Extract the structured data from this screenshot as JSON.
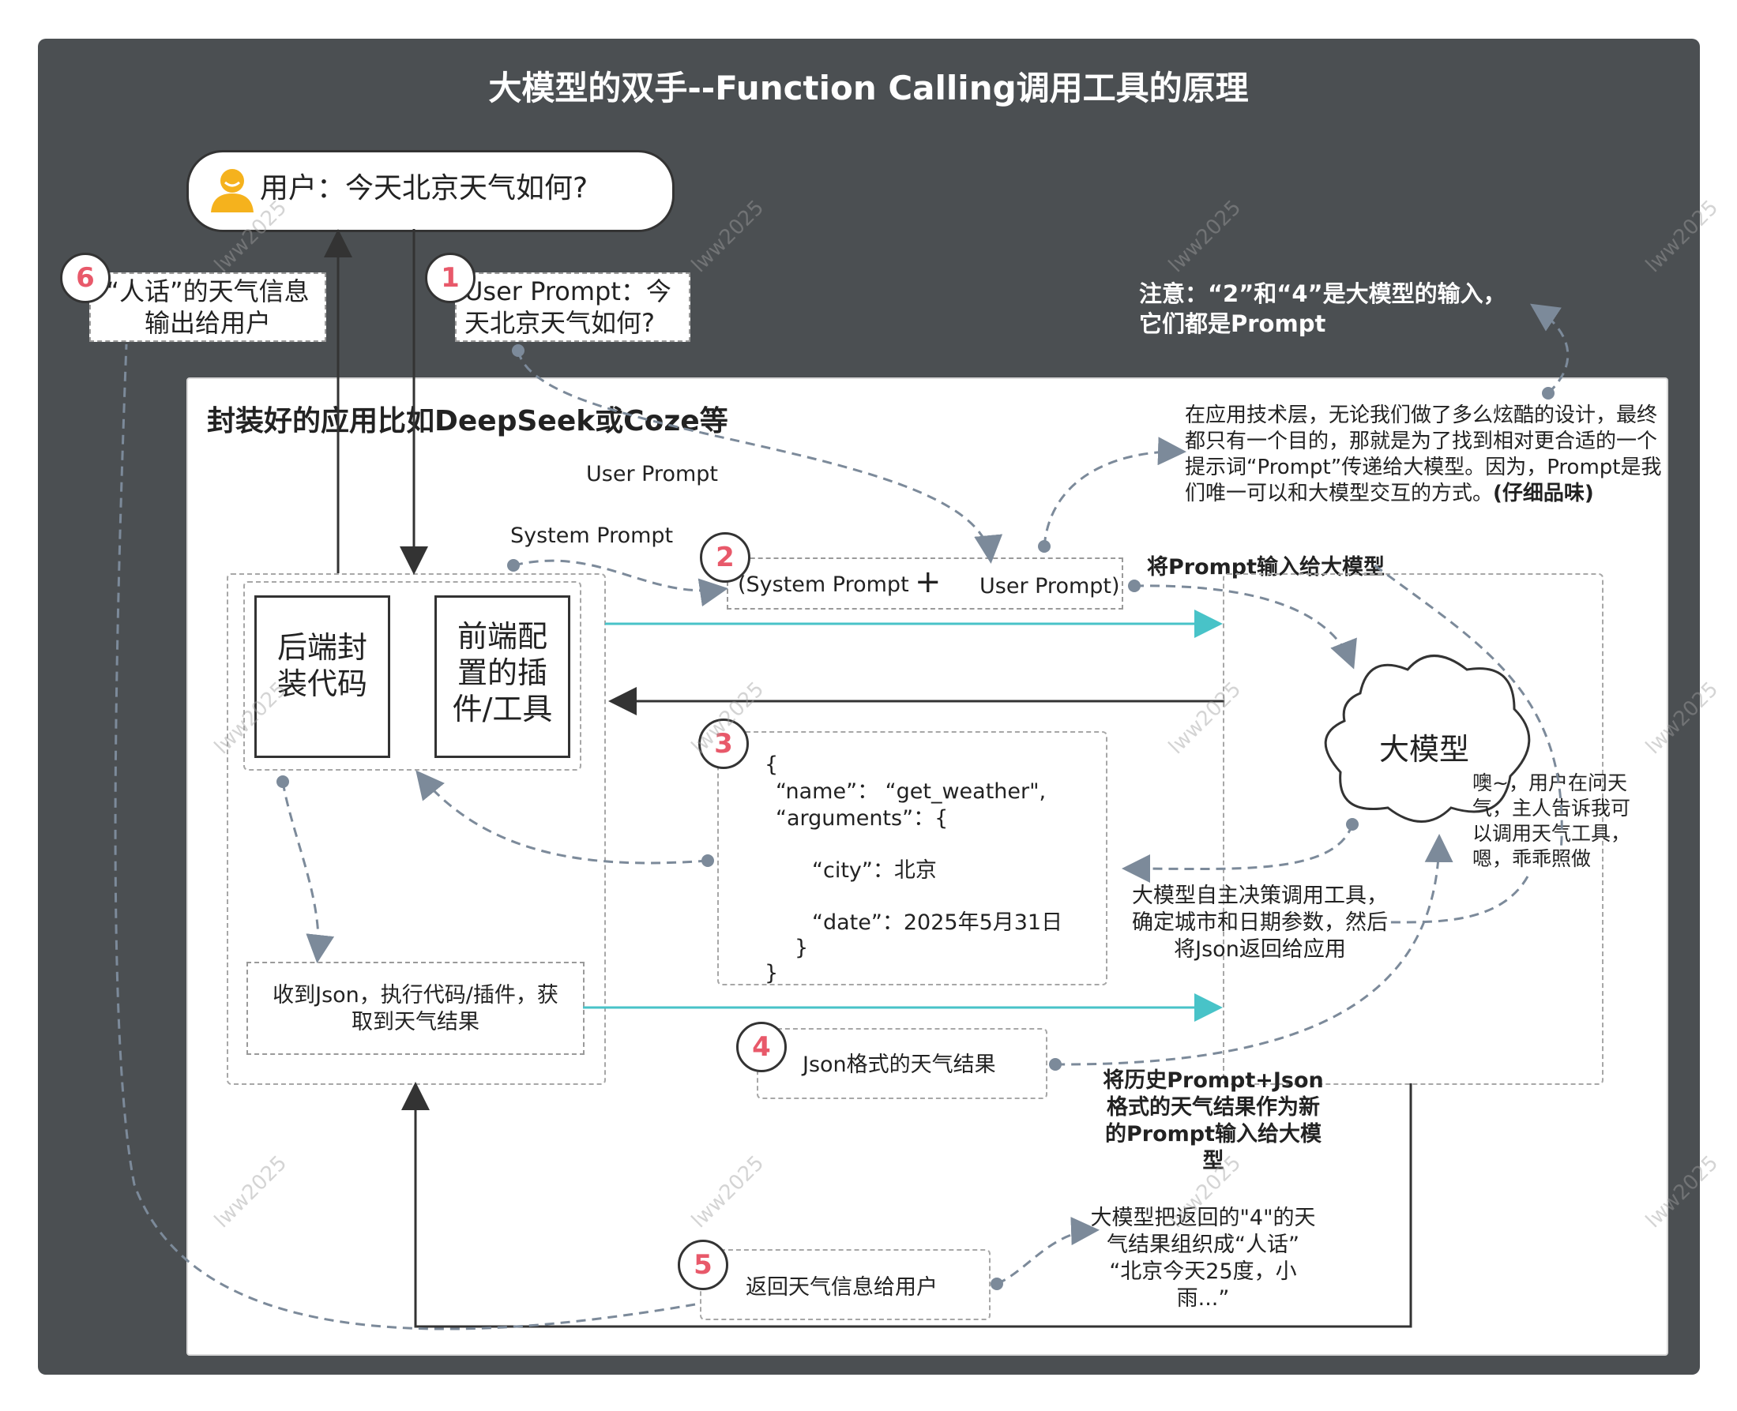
{
  "title": "大模型的双手--Function Calling调用工具的原理",
  "user_bubble": "用户：今天北京天气如何?",
  "step1": {
    "num": "1",
    "text": "User Prompt：今天北京天气如何?"
  },
  "step6": {
    "num": "6",
    "text": "“人话”的天气信息输出给用户"
  },
  "note_title": "注意：“2”和“4”是大模型的输入，它们都是Prompt",
  "note_body": "在应用技术层，无论我们做了多么炫酷的设计，最终都只有一个目的，那就是为了找到相对更合适的一个提示词“Prompt”传递给大模型。因为，Prompt是我们唯一可以和大模型交互的方式。",
  "note_body_bold": "(仔细品味)",
  "app_label": "封装好的应用比如DeepSeek或Coze等",
  "user_prompt_label": "User Prompt",
  "system_prompt_label": "System Prompt",
  "step2": {
    "num": "2",
    "left": "(System Prompt",
    "plus": "+",
    "right": "User Prompt)"
  },
  "send_label": "将Prompt输入给大模型",
  "backend_code": "后端封装代码",
  "frontend_plugins": "前端配置的插件/工具",
  "llm": "大模型",
  "llm_thought": "噢~，用户在问天气，主人告诉我可以调用天气工具，嗯，乖乖照做",
  "step3": {
    "num": "3",
    "lines": [
      "{",
      "“name”： “get_weather\",",
      "“arguments”：{",
      "“city”：北京",
      "“date”：2025年5月31日",
      "}",
      "}"
    ]
  },
  "decision_label": "大模型自主决策调用工具，确定城市和日期参数，然后将Json返回给应用",
  "receive_json": "收到Json，执行代码/插件，获取到天气结果",
  "step4": {
    "num": "4",
    "text": "Json格式的天气结果"
  },
  "history_label": "将历史Prompt+Json格式的天气结果作为新的Prompt输入给大模型",
  "step5": {
    "num": "5",
    "text": "返回天气信息给用户"
  },
  "final_label": "大模型把返回的\"4\"的天气结果组织成“人话” “北京今天25度，小雨...”",
  "watermark": "lww2025",
  "colors": {
    "frame": "#4b4f52",
    "teal": "#48c3c8",
    "badge_num": "#e8596a",
    "dash_arrow": "#7c8a9a"
  }
}
